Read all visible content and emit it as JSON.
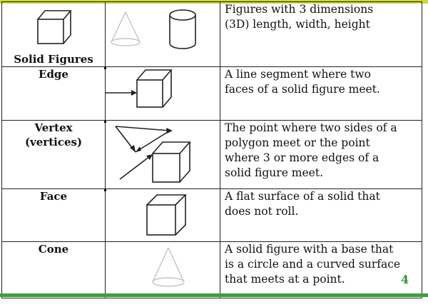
{
  "rows": [
    {
      "term": "Solid Figures",
      "definition_lines": [
        "Figures with 3 dimensions",
        "(3D) length, width, height"
      ],
      "icons": [
        "cube-icon",
        "cone-icon",
        "cylinder-icon"
      ]
    },
    {
      "term": "Edge",
      "definition_lines": [
        "A line segment where two",
        "faces of a solid figure meet."
      ],
      "icons": [
        "cube-edge-arrow-icon"
      ]
    },
    {
      "term_lines": [
        "Vertex",
        "(vertices)"
      ],
      "definition_lines": [
        "The point where two sides of a",
        "polygon meet or the point",
        "where 3 or more edges of a",
        "solid figure meet."
      ],
      "icons": [
        "triangle-vertex-icon",
        "cube-vertex-arrow-icon"
      ]
    },
    {
      "term": "Face",
      "definition_lines": [
        "A flat surface of a solid that",
        "does not roll."
      ],
      "icons": [
        "cube-icon"
      ]
    },
    {
      "term": "Cone",
      "definition_lines": [
        "A solid figure with a base that",
        "is a circle and a curved surface",
        "that meets at a point."
      ],
      "icons": [
        "cone-icon"
      ]
    }
  ],
  "page_number": "4",
  "colors": {
    "top_bar": "#c9d92e",
    "bottom_bar": "#3d9e3f",
    "page_number": "#2e8b2e"
  }
}
